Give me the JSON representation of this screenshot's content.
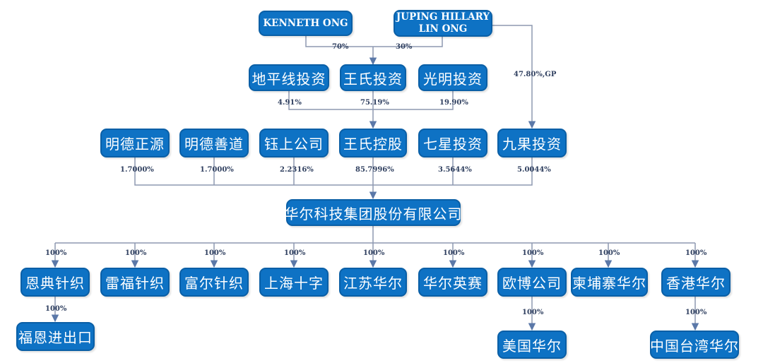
{
  "persons": {
    "kenneth": "KENNETH ONG",
    "juping": "JUPING HILLARY LIN ONG"
  },
  "level1": {
    "dipingxian": "地平线投资",
    "wangshi_invest": "王氏投资",
    "guangming": "光明投资"
  },
  "level2": {
    "mingde_zhengyuan": "明德正源",
    "mingde_shandao": "明德善道",
    "yushang": "钰上公司",
    "wangshi_holding": "王氏控股",
    "qixing": "七星投资",
    "jiuguo": "九果投资"
  },
  "company": "华尔科技集团股份有限公司",
  "subsidiaries": {
    "endian": "恩典针织",
    "leifu": "雷福针织",
    "fuer": "富尔针织",
    "shanghai_shizi": "上海十字",
    "jiangsu_huaer": "江苏华尔",
    "huaer_yingsai": "华尔英赛",
    "oubo": "欧博公司",
    "cambodia_huaer": "柬埔寨华尔",
    "hk_huaer": "香港华尔"
  },
  "grandchildren": {
    "fuen": "福恩进出口",
    "us_huaer": "美国华尔",
    "tw_huaer": "中国台湾华尔"
  },
  "percentages": {
    "kenneth_to_wangshi": "70%",
    "juping_to_wangshi": "30%",
    "juping_to_jiuguo": "47.80%,GP",
    "dipingxian_to_holding": "4.91%",
    "wangshi_invest_to_holding": "75.19%",
    "guangming_to_holding": "19.90%",
    "mingde_zhengyuan_to_company": "1.7000%",
    "mingde_shandao_to_company": "1.7000%",
    "yushang_to_company": "2.2316%",
    "wangshi_holding_to_company": "85.7996%",
    "qixing_to_company": "3.5644%",
    "jiuguo_to_company": "5.0044%",
    "sub_endian": "100%",
    "sub_leifu": "100%",
    "sub_fuer": "100%",
    "sub_shanghai": "100%",
    "sub_jiangsu": "100%",
    "sub_yingsai": "100%",
    "sub_oubo": "100%",
    "sub_cambodia": "100%",
    "sub_hk": "100%",
    "endian_to_fuen": "100%",
    "oubo_to_us": "100%",
    "hk_to_tw": "100%"
  },
  "colors": {
    "node_fill": "#0e72c4",
    "node_text": "#ffffff",
    "connector": "#8d99b1",
    "arrow": "#5b78a8"
  }
}
